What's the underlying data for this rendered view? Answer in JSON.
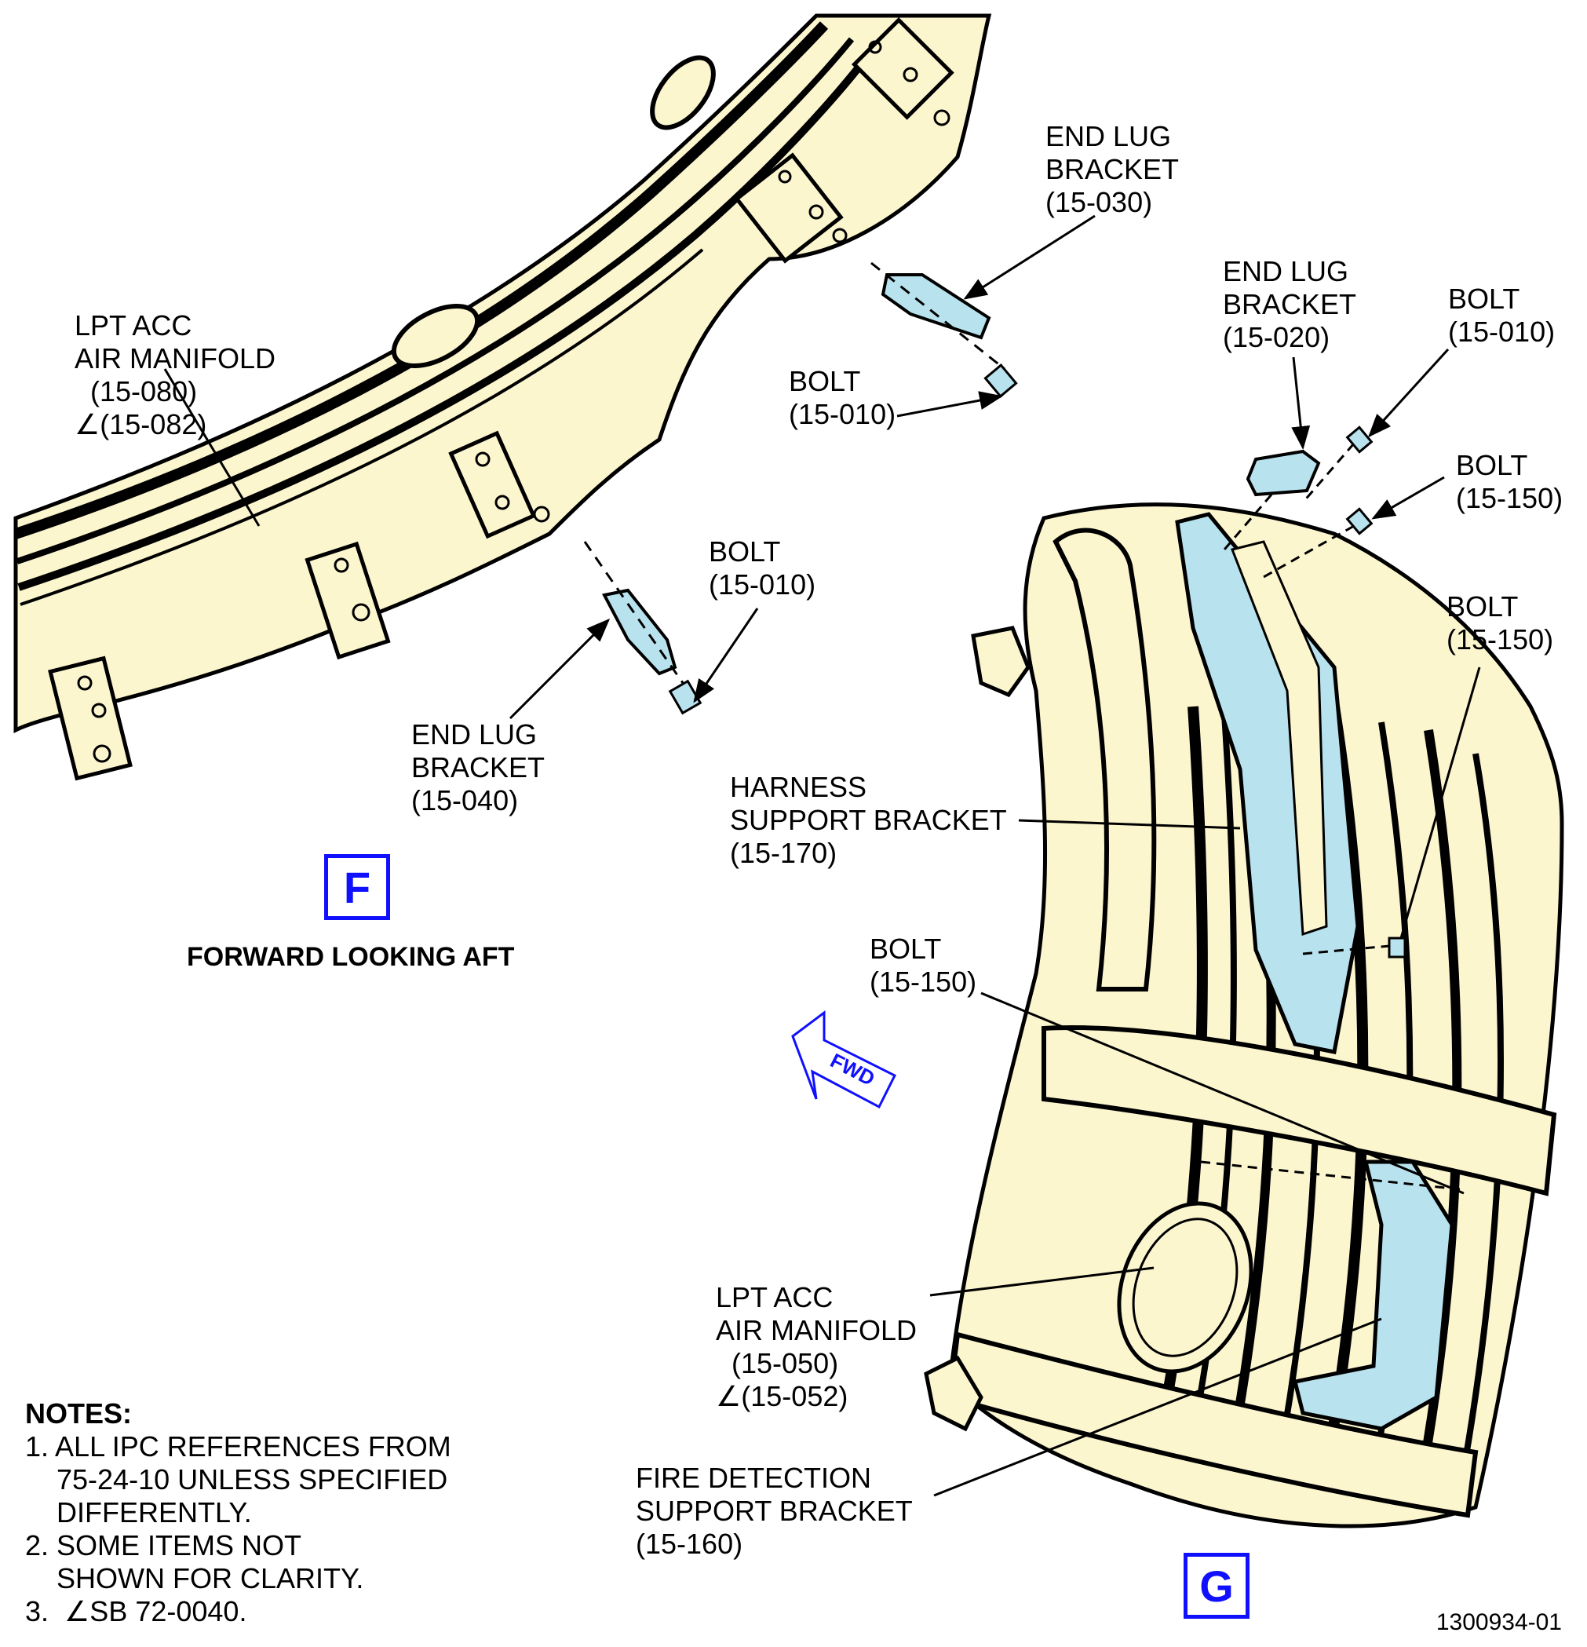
{
  "colors": {
    "part_fill": "#fcf6cf",
    "bracket_fill": "#b8e3ee",
    "outline": "#000000",
    "view_accent": "#1010ff"
  },
  "labels": {
    "end_lug_030": [
      "END LUG",
      "BRACKET",
      "(15-030)"
    ],
    "manifold_top": [
      "LPT ACC",
      "AIR MANIFOLD",
      "  (15-080)",
      "∠(15-082)"
    ],
    "bolt_top": [
      "BOLT",
      "(15-010)"
    ],
    "end_lug_020": [
      "END LUG",
      "BRACKET",
      "(15-020)"
    ],
    "bolt_right_010": [
      "BOLT",
      "(15-010)"
    ],
    "bolt_right_150a": [
      "BOLT",
      "(15-150)"
    ],
    "bolt_mid_010": [
      "BOLT",
      "(15-010)"
    ],
    "bolt_right_150b": [
      "BOLT",
      "(15-150)"
    ],
    "end_lug_040": [
      "END LUG",
      "BRACKET",
      "(15-040)"
    ],
    "harness": [
      "HARNESS",
      "SUPPORT BRACKET",
      "(15-170)"
    ],
    "bolt_150c": [
      "BOLT",
      "(15-150)"
    ],
    "manifold_bottom": [
      "LPT ACC",
      "AIR MANIFOLD",
      "  (15-050)",
      "∠(15-052)"
    ],
    "fire_det": [
      "FIRE DETECTION",
      "SUPPORT BRACKET",
      "(15-160)"
    ]
  },
  "views": {
    "f": "F",
    "g": "G"
  },
  "caption_f": "FORWARD LOOKING AFT",
  "fwd_arrow": "FWD",
  "notes": {
    "heading": "NOTES:",
    "lines": [
      "1. ALL IPC REFERENCES FROM",
      "    75-24-10 UNLESS SPECIFIED",
      "    DIFFERENTLY.",
      "2. SOME ITEMS NOT",
      "    SHOWN FOR CLARITY.",
      "3.  ∠SB 72-0040."
    ]
  },
  "figure_id": "1300934-01"
}
